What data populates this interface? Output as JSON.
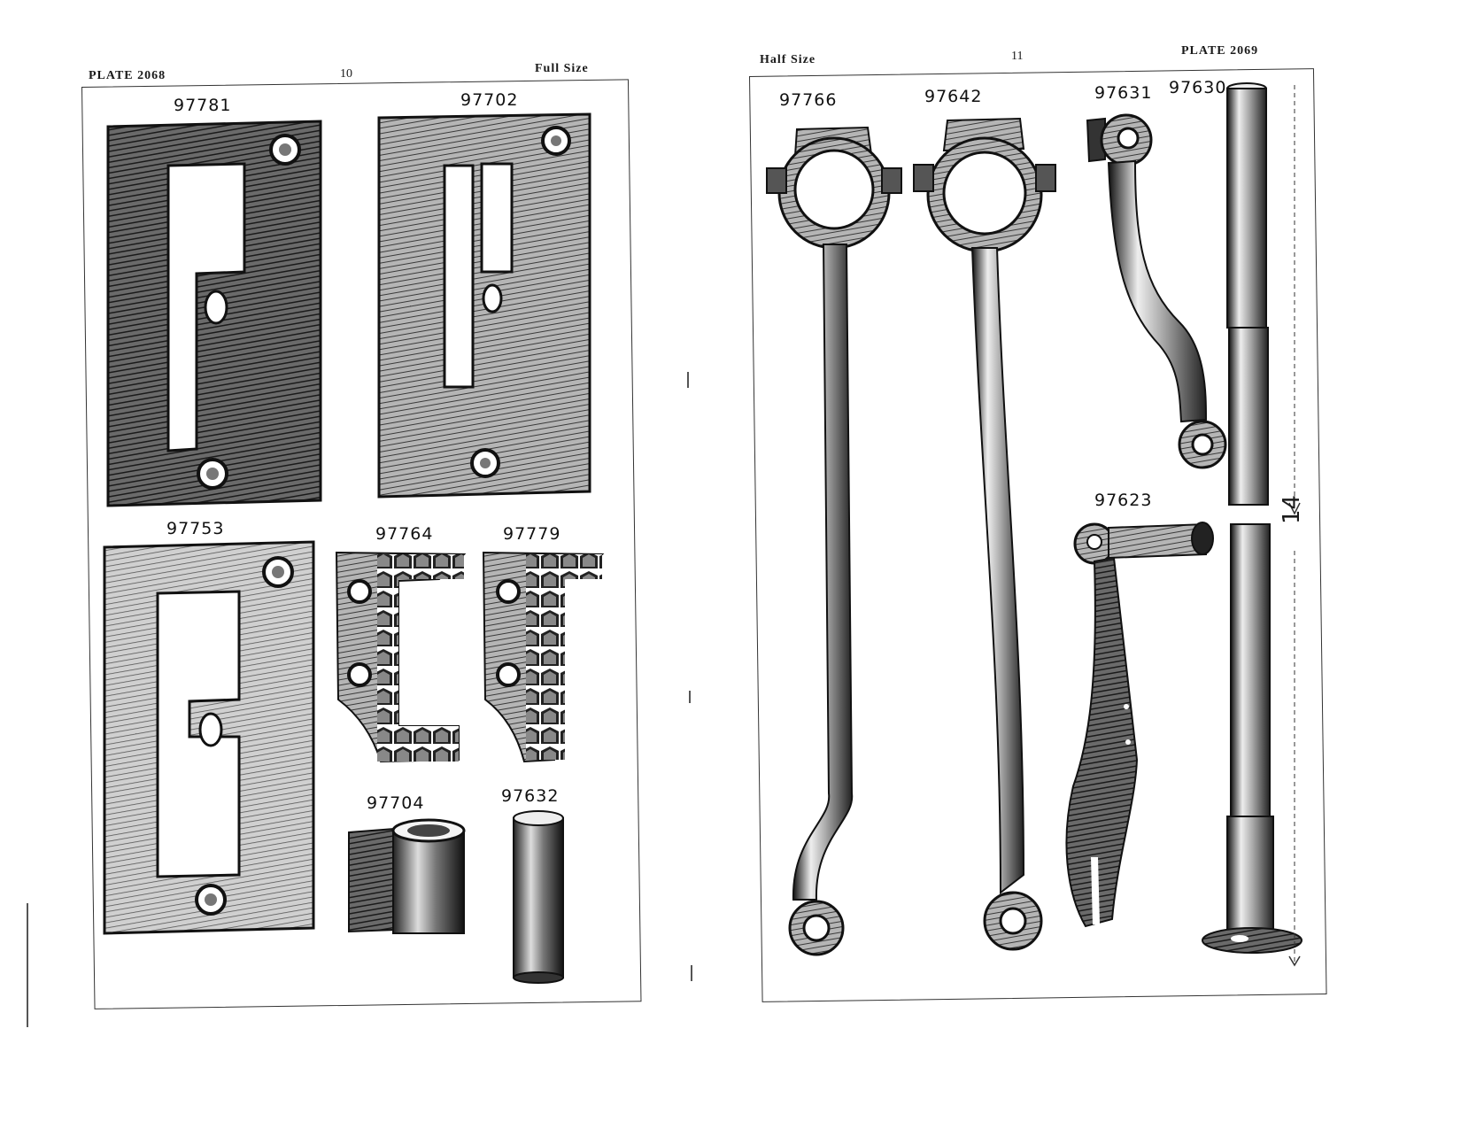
{
  "left_page": {
    "plate": "PLATE 2068",
    "page_number": "10",
    "scale": "Full Size",
    "parts": {
      "p97781": "97781",
      "p97702": "97702",
      "p97753": "97753",
      "p97764": "97764",
      "p97779": "97779",
      "p97704": "97704",
      "p97632": "97632"
    }
  },
  "right_page": {
    "plate": "PLATE 2069",
    "page_number": "11",
    "scale": "Half Size",
    "parts": {
      "p97766": "97766",
      "p97642": "97642",
      "p97631": "97631",
      "p97630": "97630",
      "p97623": "97623"
    },
    "dimension": "14"
  }
}
